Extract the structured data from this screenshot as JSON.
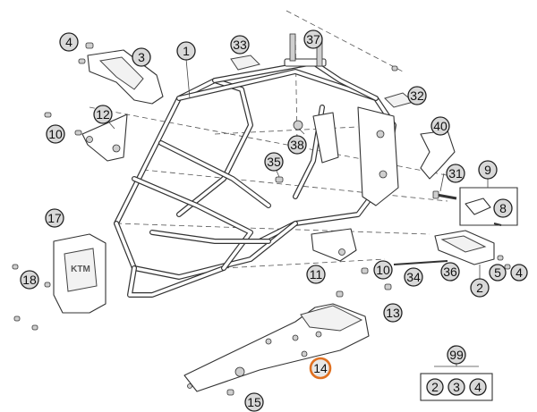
{
  "callouts": [
    {
      "id": "c4a",
      "label": "4"
    },
    {
      "id": "c3",
      "label": "3"
    },
    {
      "id": "c1",
      "label": "1"
    },
    {
      "id": "c33",
      "label": "33"
    },
    {
      "id": "c37",
      "label": "37"
    },
    {
      "id": "c12",
      "label": "12"
    },
    {
      "id": "c10a",
      "label": "10"
    },
    {
      "id": "c32",
      "label": "32"
    },
    {
      "id": "c38",
      "label": "38"
    },
    {
      "id": "c40",
      "label": "40"
    },
    {
      "id": "c35",
      "label": "35"
    },
    {
      "id": "c31",
      "label": "31"
    },
    {
      "id": "c9",
      "label": "9"
    },
    {
      "id": "c8",
      "label": "8"
    },
    {
      "id": "c17",
      "label": "17"
    },
    {
      "id": "c18",
      "label": "18"
    },
    {
      "id": "c11",
      "label": "11"
    },
    {
      "id": "c10b",
      "label": "10"
    },
    {
      "id": "c34",
      "label": "34"
    },
    {
      "id": "c36",
      "label": "36"
    },
    {
      "id": "c5",
      "label": "5"
    },
    {
      "id": "c4b",
      "label": "4"
    },
    {
      "id": "c2",
      "label": "2"
    },
    {
      "id": "c13",
      "label": "13"
    },
    {
      "id": "c99",
      "label": "99"
    },
    {
      "id": "c14",
      "label": "14",
      "highlight": true
    },
    {
      "id": "c15",
      "label": "15"
    },
    {
      "id": "k2",
      "label": "2"
    },
    {
      "id": "k3",
      "label": "3"
    },
    {
      "id": "k4",
      "label": "4"
    }
  ],
  "colors": {
    "highlight": "#e07020",
    "callout_fill": "#d9d9d9",
    "line": "#333333"
  }
}
